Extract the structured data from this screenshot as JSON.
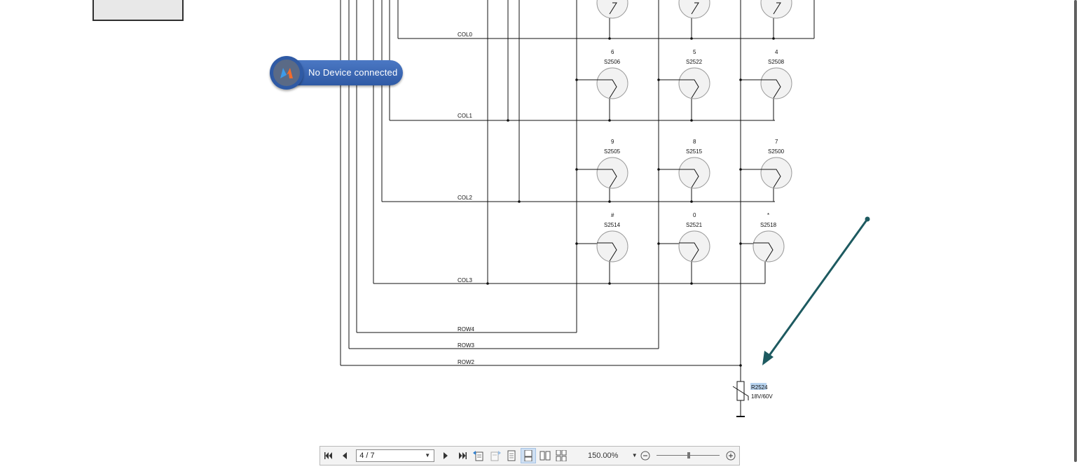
{
  "app": {
    "device_status": "No Device connected",
    "accent_color": "#2f5aa5",
    "arrow_color": "#1d5a60"
  },
  "schematic": {
    "nets": {
      "col0": "COL0",
      "col1": "COL1",
      "col2": "COL2",
      "col3": "COL3",
      "row4": "ROW4",
      "row3": "ROW3",
      "row2": "ROW2"
    },
    "keys": [
      {
        "key": "6",
        "ref": "S2506"
      },
      {
        "key": "5",
        "ref": "S2522"
      },
      {
        "key": "4",
        "ref": "S2508"
      },
      {
        "key": "9",
        "ref": "S2505"
      },
      {
        "key": "8",
        "ref": "S2515"
      },
      {
        "key": "7",
        "ref": "S2500"
      },
      {
        "key": "#",
        "ref": "S2514"
      },
      {
        "key": "0",
        "ref": "S2521"
      },
      {
        "key": "*",
        "ref": "S2518"
      }
    ],
    "resistor": {
      "ref": "R2524",
      "value": "18V/60V"
    }
  },
  "toolbar": {
    "page_indicator": "4 / 7",
    "zoom_level": "150.00%",
    "zoom_slider_fraction": 0.5,
    "buttons": [
      {
        "name": "first-page-button",
        "icon": "first-page-icon"
      },
      {
        "name": "previous-page-button",
        "icon": "previous-page-icon"
      },
      {
        "name": "next-page-button",
        "icon": "next-page-icon"
      },
      {
        "name": "last-page-button",
        "icon": "last-page-icon"
      },
      {
        "name": "navigate-back-button",
        "icon": "navigate-back-icon"
      },
      {
        "name": "navigate-forward-button",
        "icon": "navigate-forward-icon"
      },
      {
        "name": "single-page-button",
        "icon": "single-page-icon"
      },
      {
        "name": "continuous-page-button",
        "icon": "continuous-page-icon"
      },
      {
        "name": "two-page-button",
        "icon": "two-page-icon"
      },
      {
        "name": "two-page-continuous-button",
        "icon": "two-page-continuous-icon"
      },
      {
        "name": "zoom-out-button",
        "icon": "zoom-out-icon"
      },
      {
        "name": "zoom-in-button",
        "icon": "zoom-in-icon"
      }
    ]
  }
}
